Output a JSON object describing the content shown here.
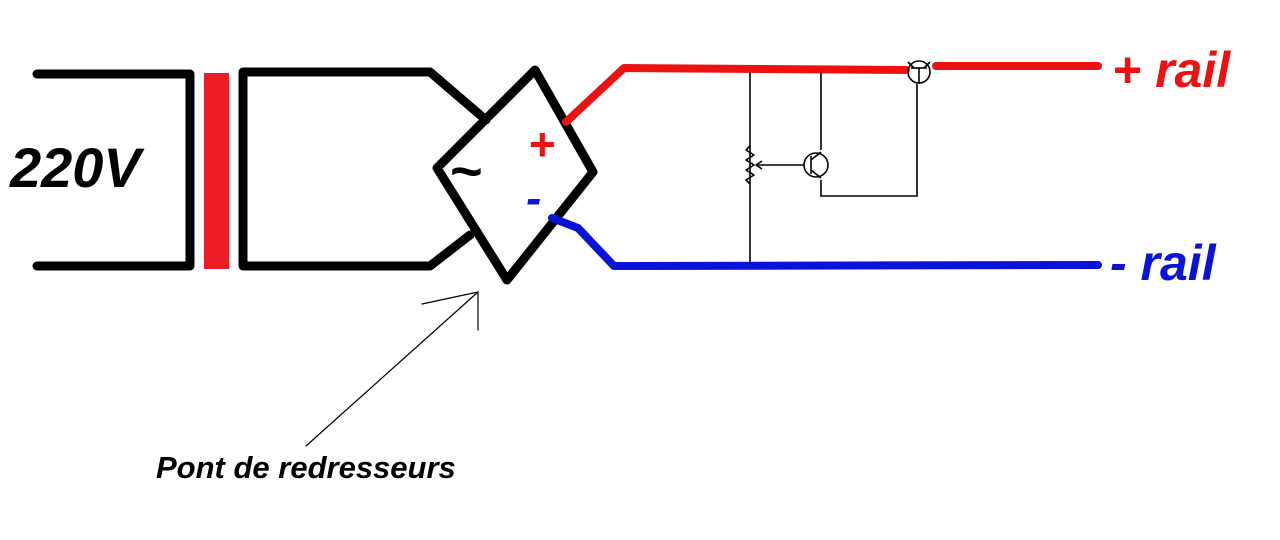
{
  "labels": {
    "voltage": "220V",
    "ac_symbol": "~",
    "plus_terminal": "+",
    "minus_terminal": "-",
    "plus_rail": "+ rail",
    "minus_rail": "- rail",
    "bridge_caption": "Pont de redresseurs"
  },
  "colors": {
    "ac_wire": "#000000",
    "transformer_core": "#ee1c24",
    "positive": "#ee1111",
    "negative": "#0a14d8",
    "component": "#000000"
  }
}
